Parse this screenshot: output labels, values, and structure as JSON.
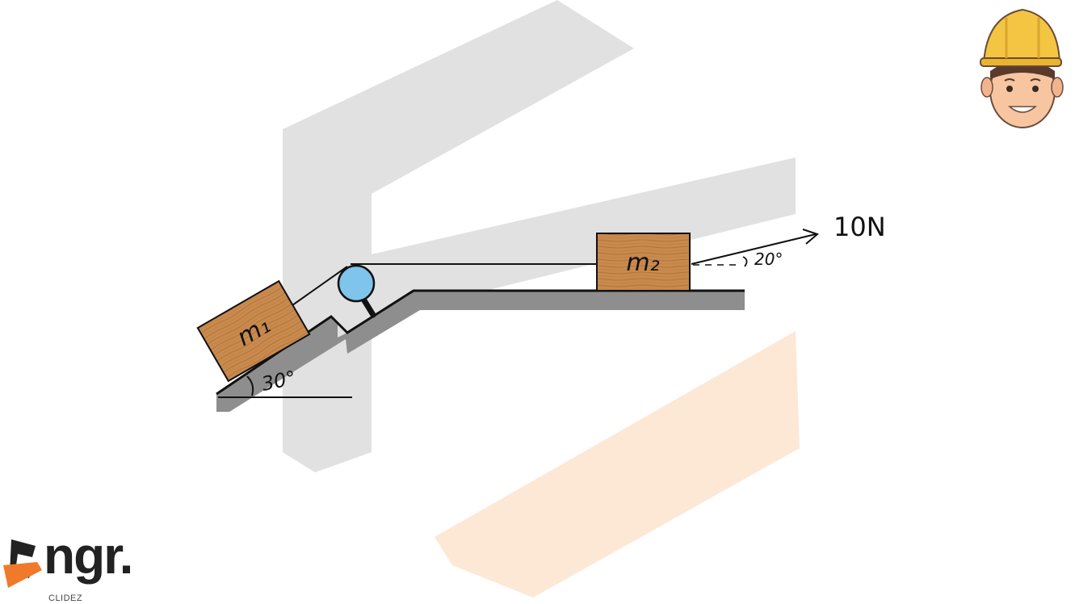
{
  "diagram": {
    "block1_label": "m₁",
    "block2_label": "m₂",
    "incline_angle_label": "30°",
    "force_angle_label": "20°",
    "force_label": "10N"
  },
  "brand": {
    "name": "Engr.",
    "name_rest": "ngr.",
    "sub": "CLIDEZ",
    "accent": "#f07a2a"
  },
  "colors": {
    "wood": "#c8874a",
    "pulley": "#7fc4ea",
    "ground": "#8e8e8e",
    "watermark_gray": "#dcdcdc",
    "watermark_orange": "#fde6d2"
  }
}
